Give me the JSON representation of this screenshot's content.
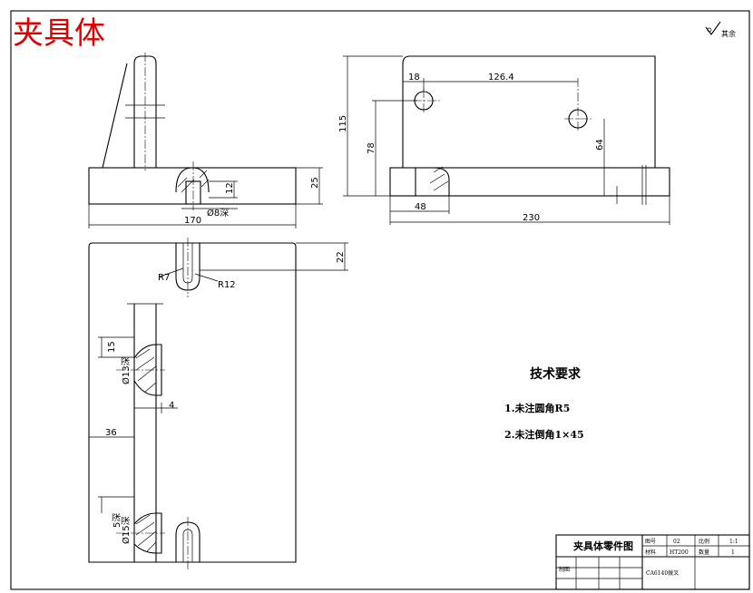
{
  "title": "夹具体",
  "roughness": "其余",
  "dimensions": {
    "front_height": "25",
    "front_width": "170",
    "slot_height": "12",
    "slot_dia": "Ø8深",
    "side_height": "115",
    "side_hole_x": "18",
    "side_hole_spacing": "126.4",
    "side_hole_y1": "78",
    "side_hole_y2": "64",
    "side_base_offset": "48",
    "side_length": "230",
    "top_offset": "22",
    "radius_small": "R7",
    "radius_large": "R12",
    "hole_spacing_y": "15",
    "counterbore_dia_1": "Ø13深",
    "gap_width": "4",
    "edge_offset": "36",
    "hole_spacing_y2": "5深",
    "counterbore_dia_2": "Ø15深"
  },
  "tech_requirements": {
    "heading": "技术要求",
    "items": [
      "1.未注圆角R5",
      "2.未注倒角1×45"
    ]
  },
  "title_block": {
    "name": "夹具体零件图",
    "drawing_no_label": "图号",
    "drawing_no": "02",
    "scale_label": "比例",
    "scale": "1:1",
    "material_label": "材料",
    "material": "HT200",
    "qty_label": "数量",
    "qty": "1",
    "design_label": "制图",
    "part_name": "CA6140拨叉"
  }
}
